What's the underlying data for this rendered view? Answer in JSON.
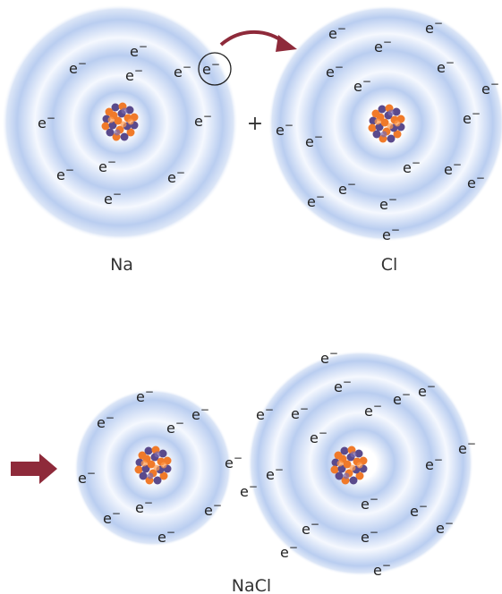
{
  "electron_symbol": "e",
  "electron_charge": "−",
  "plus_sign": "+",
  "labels": {
    "sodium": "Na",
    "chlorine": "Cl",
    "compound": "NaCl"
  },
  "colors": {
    "shell_blue": "#b9cdf0",
    "arrow": "#8e2a3a",
    "proton": "#f07a2a",
    "neutron": "#5a4a8c"
  }
}
